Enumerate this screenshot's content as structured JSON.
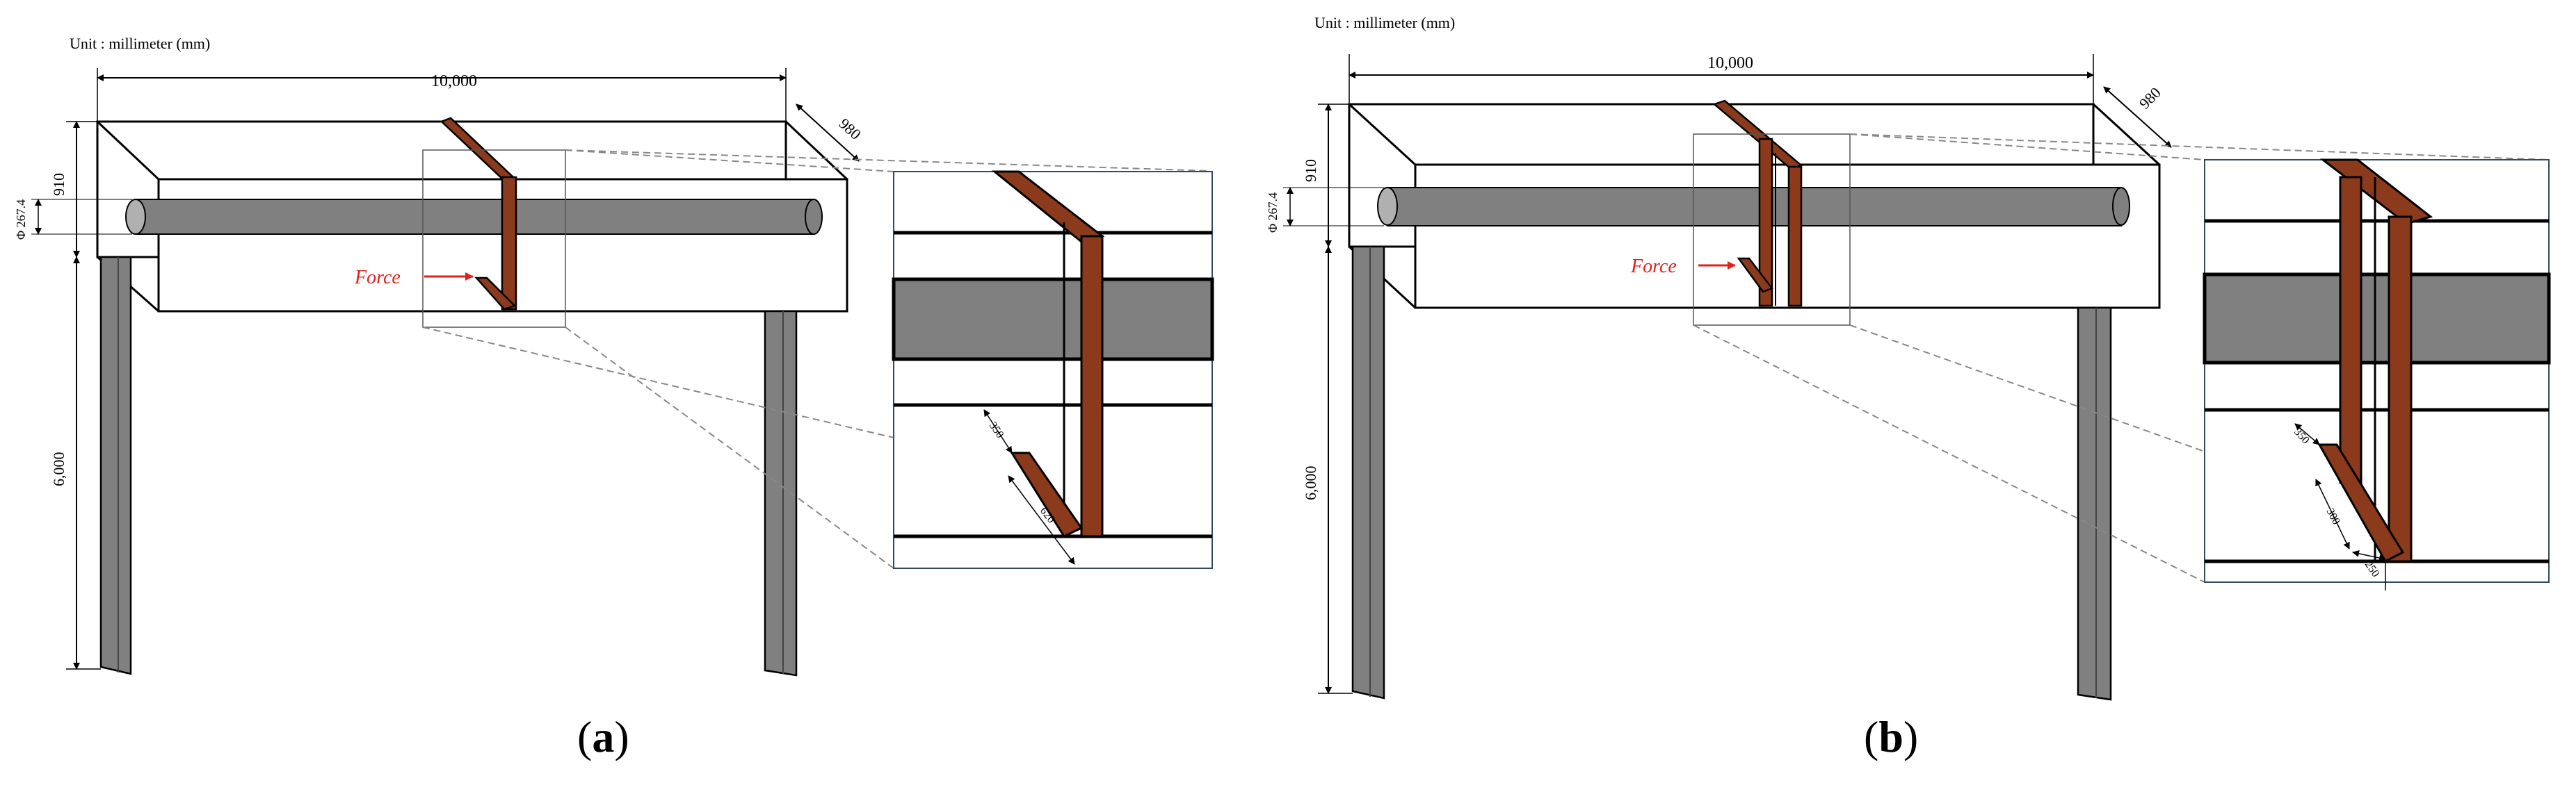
{
  "unit_label": "Unit : millimeter (mm)",
  "dims": {
    "length": "10,000",
    "depth": "980",
    "height": "910",
    "pipe_dia": "Φ 267.4",
    "column": "6,000",
    "leg": "350",
    "foot": "620",
    "gap": "300",
    "web": "250"
  },
  "force_label": "Force",
  "panel_a": "a",
  "panel_b": "b",
  "colors": {
    "steel": "#8b3a1c",
    "pipe": "#808080",
    "force": "#e0201a"
  }
}
